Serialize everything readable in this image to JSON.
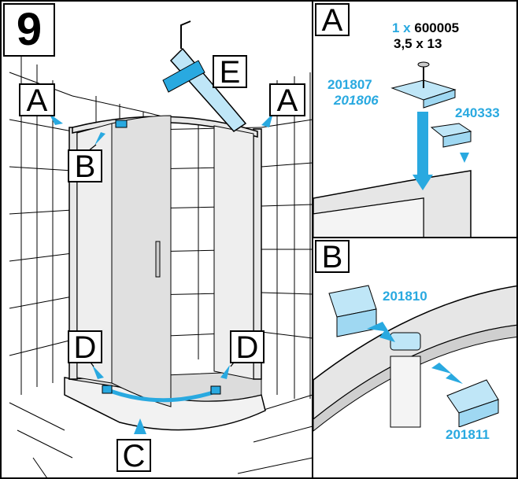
{
  "step_number": "9",
  "main_labels": {
    "a_left": "A",
    "a_right": "A",
    "b": "B",
    "c": "C",
    "d_left": "D",
    "d_right": "D",
    "e": "E"
  },
  "detail_a": {
    "label": "A",
    "screw_qty": "1 x",
    "screw_part": "600005",
    "screw_size": "3,5 x 13",
    "part_cap": "201807",
    "part_cap_alt": "201806",
    "part_insert": "240333"
  },
  "detail_b": {
    "label": "B",
    "part_top": "201810",
    "part_bottom": "201811"
  },
  "colors": {
    "highlight": "#29a9e0",
    "part_fill": "#bfe6f7",
    "line": "#000000"
  }
}
